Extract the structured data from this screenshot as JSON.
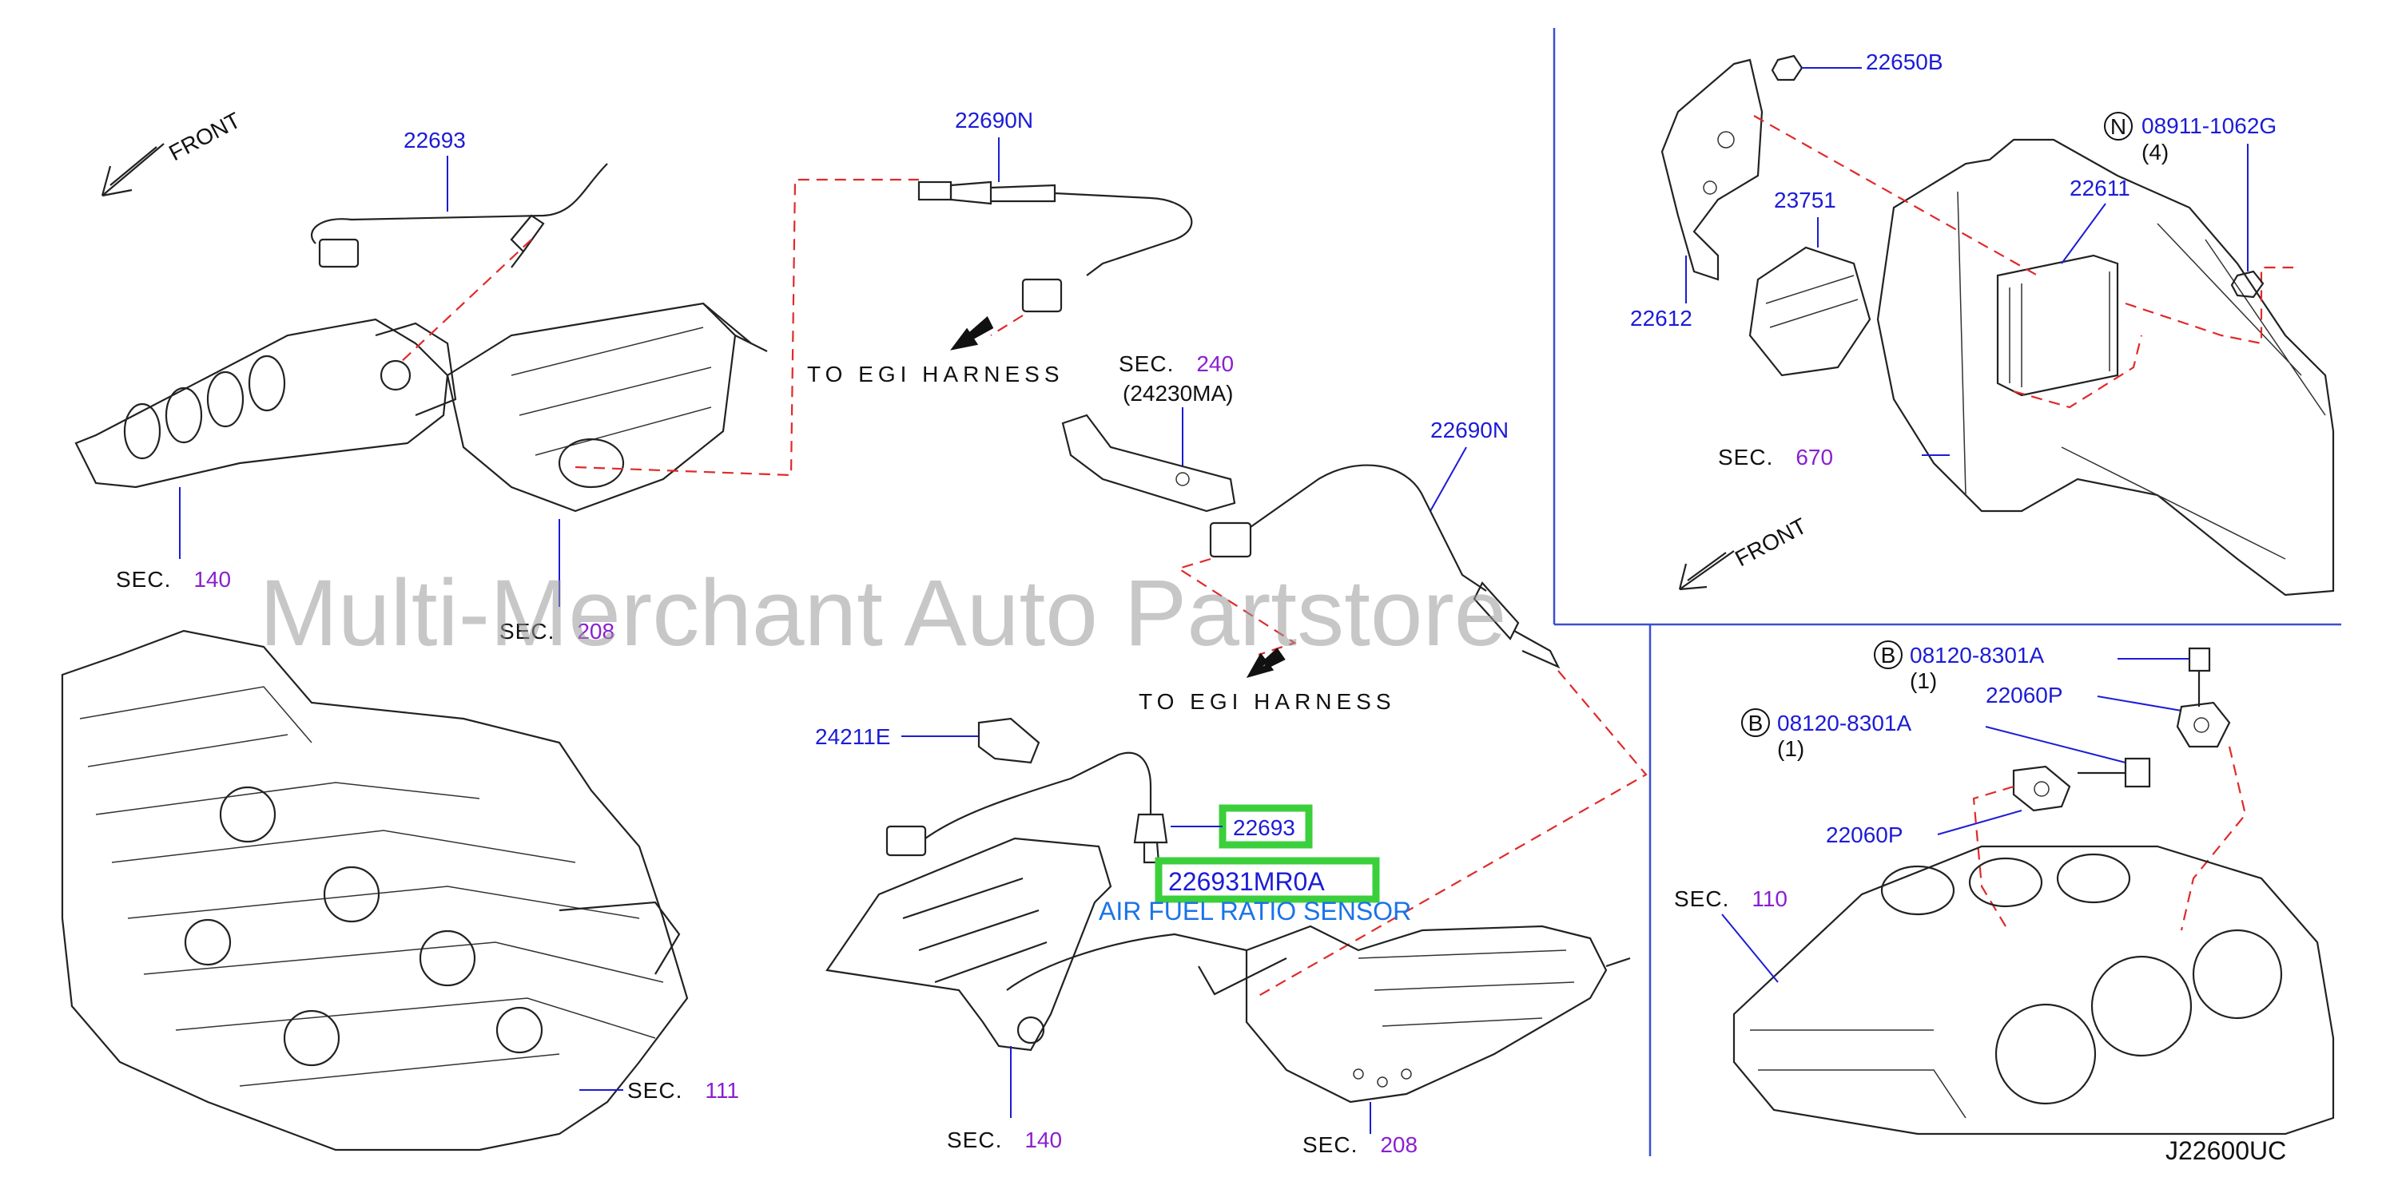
{
  "diagram_code": "J22600UC",
  "watermark": "Multi-Merchant Auto Partstore",
  "front_labels": [
    "FRONT",
    "FRONT"
  ],
  "harness_labels": [
    "TO EGI HARNESS",
    "TO EGI HARNESS"
  ],
  "part_numbers": {
    "p22693_top": "22693",
    "p22690N_top": "22690N",
    "p22690N_mid": "22690N",
    "p24211E": "24211E",
    "p22693_hl": "22693",
    "p226931MR0A": "226931MR0A",
    "p22650B": "22650B",
    "p08911": "08911-1062G",
    "p08911_qty": "(4)",
    "p08911_prefix": "N",
    "p22611": "22611",
    "p23751": "23751",
    "p22612": "22612",
    "p08120_a": "08120-8301A",
    "p08120_a_qty": "(1)",
    "p08120_a_prefix": "B",
    "p22060P_a": "22060P",
    "p08120_b": "08120-8301A",
    "p08120_b_qty": "(1)",
    "p08120_b_prefix": "B",
    "p22060P_b": "22060P",
    "sec240_ref": "(24230MA)"
  },
  "highlight_caption": "AIR FUEL RATIO SENSOR",
  "sections": [
    {
      "label": "SEC.",
      "num": "140"
    },
    {
      "label": "SEC.",
      "num": "208"
    },
    {
      "label": "SEC.",
      "num": "240"
    },
    {
      "label": "SEC.",
      "num": "670"
    },
    {
      "label": "SEC.",
      "num": "111"
    },
    {
      "label": "SEC.",
      "num": "140"
    },
    {
      "label": "SEC.",
      "num": "208"
    },
    {
      "label": "SEC.",
      "num": "110"
    }
  ],
  "colors": {
    "part_number": "#1c1cd6",
    "section_number": "#8a1fd0",
    "leader_dash": "#e02a2a",
    "highlight": "#3ccf3c",
    "caption": "#1a73e8"
  }
}
